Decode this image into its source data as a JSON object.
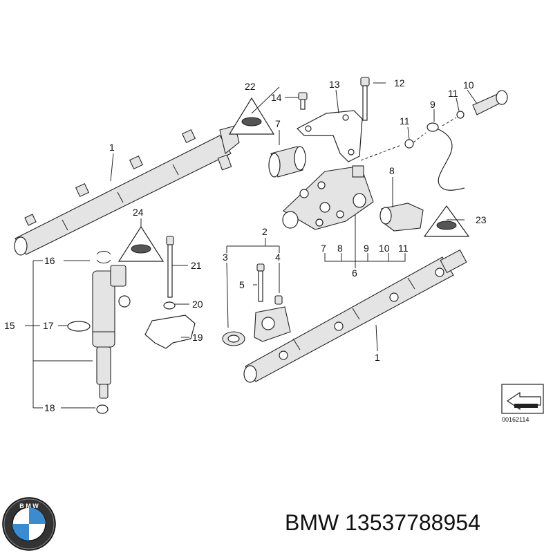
{
  "brand": "BMW",
  "part_number": "13537788954",
  "title": "BMW 13537788954",
  "drawing_ref": "00162114",
  "callouts": [
    "1",
    "2",
    "3",
    "4",
    "5",
    "6",
    "7",
    "8",
    "9",
    "10",
    "11",
    "12",
    "13",
    "14",
    "15",
    "16",
    "17",
    "18",
    "19",
    "20",
    "21",
    "22",
    "23",
    "24"
  ],
  "sub_labels": [
    "7",
    "8",
    "9",
    "10",
    "11"
  ],
  "colors": {
    "line": "#222222",
    "fill": "#e4e4e4",
    "logo_blue": "#3a8bd0",
    "logo_black": "#1a1a1a"
  }
}
